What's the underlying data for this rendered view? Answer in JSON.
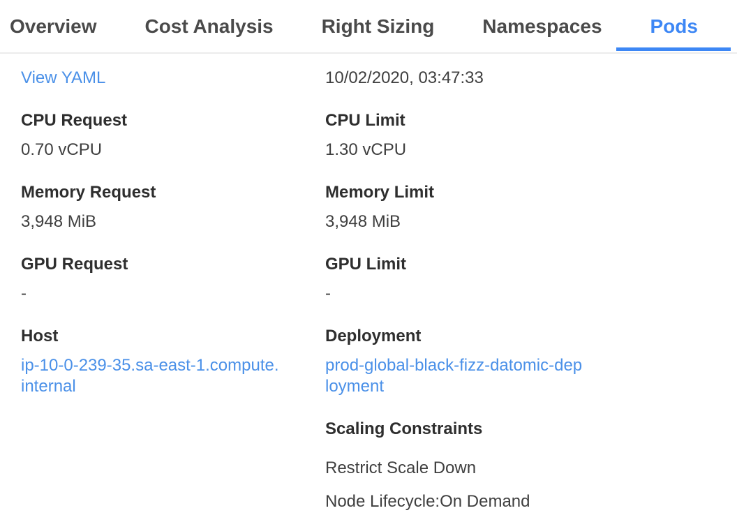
{
  "tabs": [
    {
      "label": "Overview",
      "active": false
    },
    {
      "label": "Cost Analysis",
      "active": false
    },
    {
      "label": "Right Sizing",
      "active": false
    },
    {
      "label": "Namespaces",
      "active": false
    },
    {
      "label": "Pods",
      "active": true
    }
  ],
  "content": {
    "left": {
      "view_yaml_label": "View YAML",
      "fields": [
        {
          "label": "CPU Request",
          "value": "0.70 vCPU"
        },
        {
          "label": "Memory Request",
          "value": "3,948 MiB"
        },
        {
          "label": "GPU Request",
          "value": "-"
        }
      ],
      "host": {
        "label": "Host",
        "link": "ip-10-0-239-35.sa-east-1.compute.internal"
      }
    },
    "right": {
      "timestamp": "10/02/2020, 03:47:33",
      "fields": [
        {
          "label": "CPU Limit",
          "value": "1.30 vCPU"
        },
        {
          "label": "Memory Limit",
          "value": "3,948 MiB"
        },
        {
          "label": "GPU Limit",
          "value": "-"
        }
      ],
      "deployment": {
        "label": "Deployment",
        "link": "prod-global-black-fizz-datomic-deployment"
      },
      "scaling": {
        "header": "Scaling Constraints",
        "items": [
          "Restrict Scale Down",
          "Node Lifecycle:On Demand"
        ]
      }
    }
  },
  "colors": {
    "accent_blue": "#3d87f5",
    "link_blue": "#4a90e8",
    "tab_inactive": "#4a4a4a",
    "label_text": "#2e2e2e",
    "value_text": "#3f3f3f",
    "divider": "#ececec"
  }
}
